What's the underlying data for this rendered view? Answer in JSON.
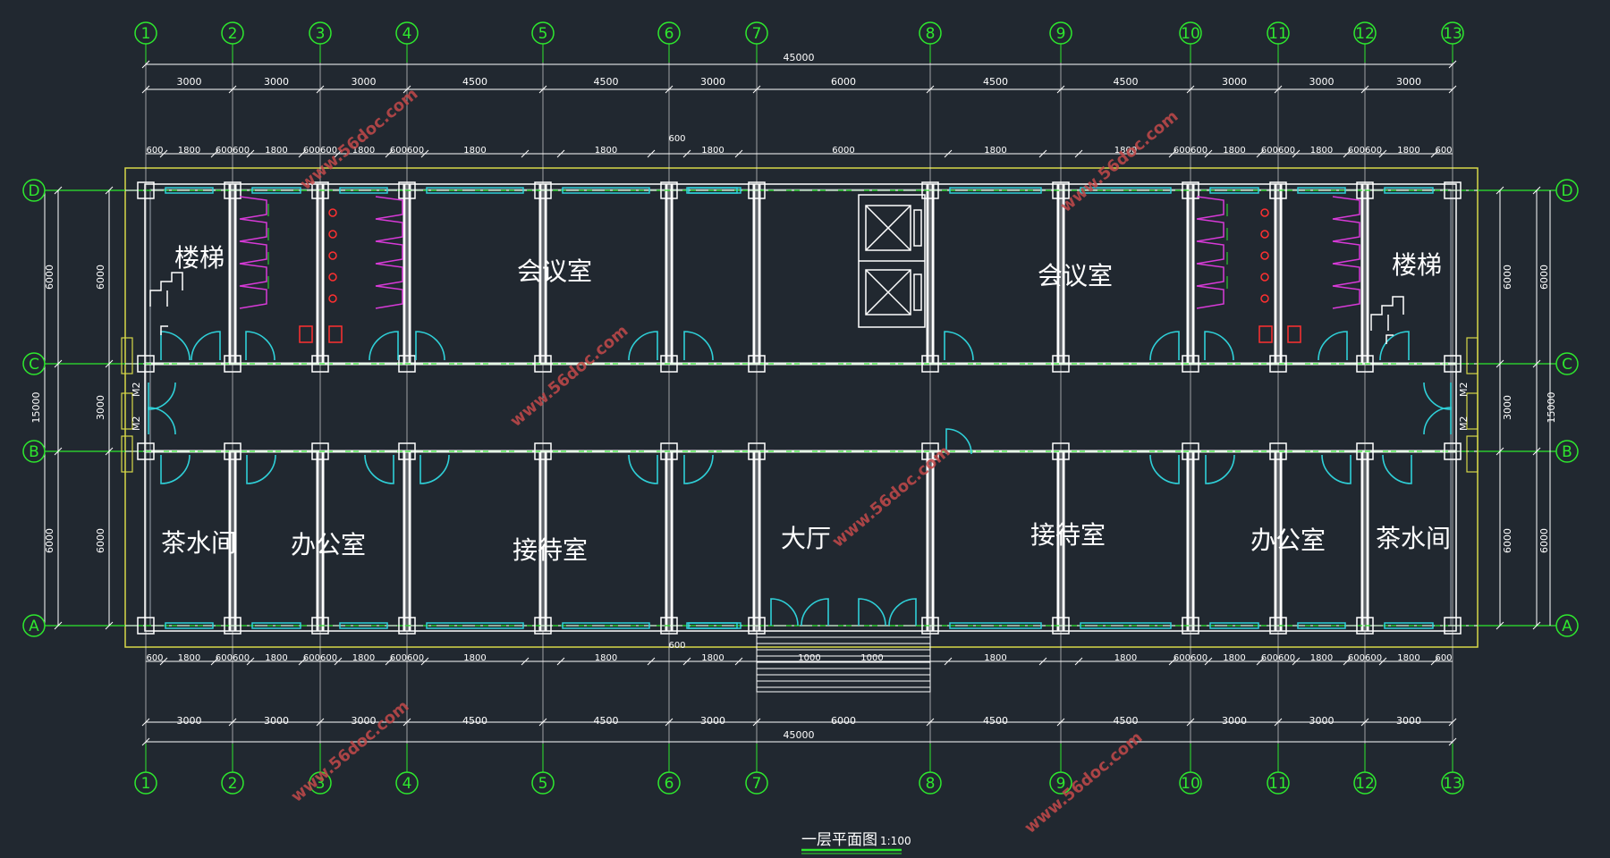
{
  "colors": {
    "background": "#212830",
    "wall": "#ffffff",
    "axis": "#2ee82e",
    "door": "#2fd0d8",
    "window": "#2fd0d8",
    "toilet": "#d83ad8",
    "fixture": "#ff3030",
    "outline": "#d8d848",
    "watermark": "#c44a4a"
  },
  "axes_vertical": [
    "1",
    "2",
    "3",
    "4",
    "5",
    "6",
    "7",
    "8",
    "9",
    "10",
    "11",
    "12",
    "13"
  ],
  "axes_horizontal": [
    "D",
    "C",
    "B",
    "A"
  ],
  "dims": {
    "total_length": "45000",
    "bays_top": [
      "3000",
      "3000",
      "3000",
      "4500",
      "4500",
      "3000",
      "6000",
      "4500",
      "4500",
      "3000",
      "3000",
      "3000"
    ],
    "bays_bottom": [
      "3000",
      "3000",
      "3000",
      "4500",
      "4500",
      "3000",
      "6000",
      "4500",
      "4500",
      "3000",
      "3000",
      "3000"
    ],
    "total_depth": "15000",
    "rows": [
      "6000",
      "3000",
      "6000"
    ],
    "opening_mid": "600",
    "opening_center": "6000",
    "win_1800": "1800",
    "win_600": "600",
    "pair_600": "600600",
    "stair_a": "1000",
    "stair_b": "1000"
  },
  "door_labels": [
    "M2",
    "M2",
    "M2",
    "M2"
  ],
  "rooms": {
    "stair_left": "楼梯",
    "stair_right": "楼梯",
    "meeting_left": "会议室",
    "meeting_right": "会议室",
    "tea_left": "茶水间",
    "tea_right": "茶水间",
    "office_left": "办公室",
    "office_right": "办公室",
    "reception_left": "接待室",
    "reception_right": "接待室",
    "hall": "大厅"
  },
  "title": {
    "main": "一层平面图",
    "scale": "1:100"
  },
  "watermark": "www.56doc.com"
}
